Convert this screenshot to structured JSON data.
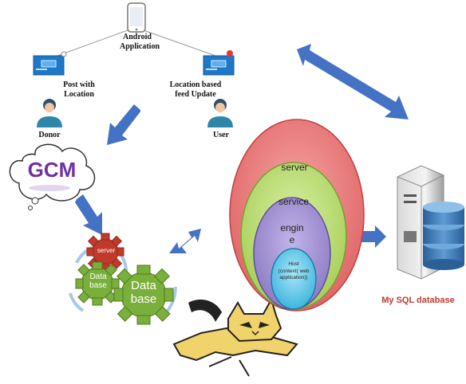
{
  "top_section": {
    "android_app_label_line1": "Android",
    "android_app_label_line2": "Application",
    "post_label_line1": "Post with",
    "post_label_line2": "Location",
    "feed_label_line1": "Location based",
    "feed_label_line2": "feed Update",
    "donor_label": "Donor",
    "user_label": "User"
  },
  "gcm_label": "GCM",
  "gears": {
    "server_label": "server",
    "database_small_line1": "Data",
    "database_small_line2": "base",
    "database_big_line1": "Data",
    "database_big_line2": "base"
  },
  "tomcat_layers": {
    "server": "server",
    "service": "service",
    "engine_line1": "engin",
    "engine_line2": "e",
    "host_line1": "Host",
    "host_line2": "(context( web",
    "host_line3": "application))"
  },
  "mysql_label": "My SQL database",
  "colors": {
    "arrow_blue": "#4472c4",
    "gcm_purple": "#7030a0",
    "server_red": "#e06666",
    "service_green": "#b3d567",
    "engine_purple": "#8e7cc3",
    "host_cyan": "#4bc1e6",
    "gear_red": "#c0392b",
    "gear_green": "#7aaf3b",
    "mysql_red": "#c0392b"
  },
  "icons": [
    "phone-icon",
    "laptop-icon",
    "person-icon",
    "cloud-icon",
    "gear-icon",
    "tomcat-cat-icon",
    "server-tower-icon",
    "database-cylinder-icon",
    "arrow-icon"
  ]
}
